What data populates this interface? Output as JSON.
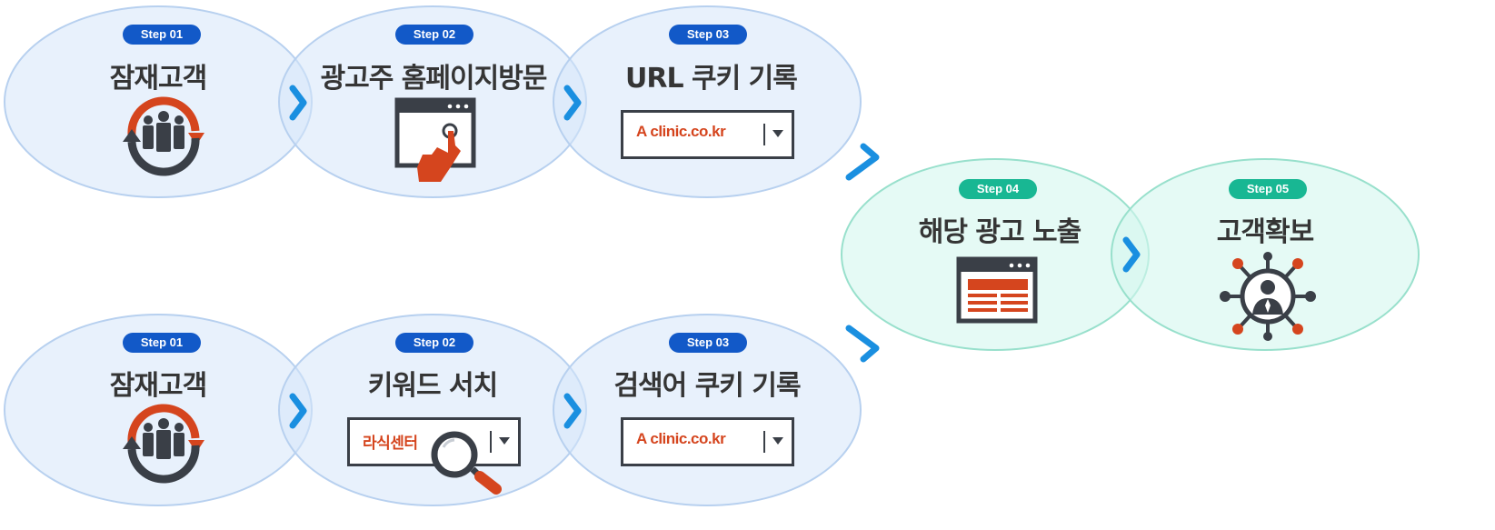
{
  "top_row": {
    "step1": {
      "badge": "Step 01",
      "title": "잠재고객",
      "icon": "customer-cycle-icon"
    },
    "step2": {
      "badge": "Step 02",
      "title": "광고주 홈페이지방문",
      "icon": "browser-click-icon"
    },
    "step3": {
      "badge": "Step 03",
      "title": "URL 쿠키 기록",
      "field_value": "A clinic.co.kr"
    }
  },
  "bottom_row": {
    "step1": {
      "badge": "Step 01",
      "title": "잠재고객",
      "icon": "customer-cycle-icon"
    },
    "step2": {
      "badge": "Step 02",
      "title": "키워드 서치",
      "field_value": "라식센터"
    },
    "step3": {
      "badge": "Step 03",
      "title": "검색어 쿠키 기록",
      "field_value": "A clinic.co.kr"
    }
  },
  "merge": {
    "step4": {
      "badge": "Step 04",
      "title": "해당 광고 노출",
      "icon": "ad-page-icon"
    },
    "step5": {
      "badge": "Step 05",
      "title": "고객확보",
      "icon": "network-person-icon"
    }
  },
  "colors": {
    "blue_badge": "#1259c8",
    "green_badge": "#18b793",
    "accent_red": "#d5451e",
    "chevron": "#1a8fe0"
  }
}
